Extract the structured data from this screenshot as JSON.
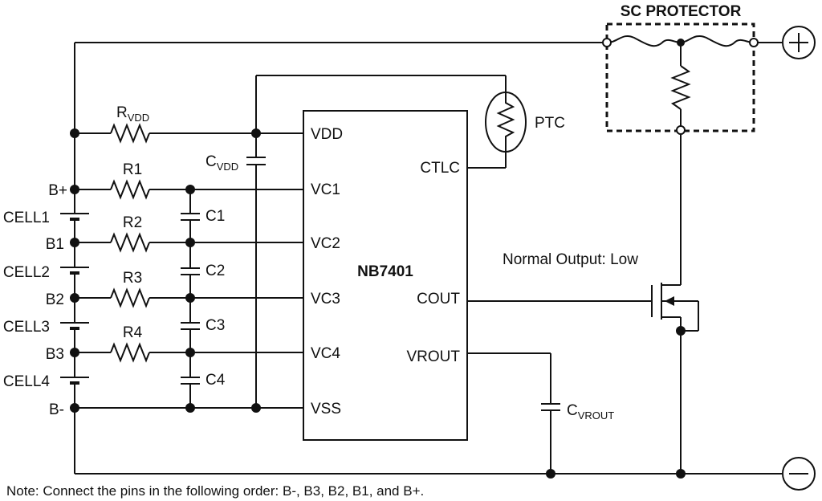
{
  "protector": {
    "title": "SC PROTECTOR"
  },
  "chip": {
    "name": "NB7401",
    "pins": {
      "vdd": "VDD",
      "vc1": "VC1",
      "vc2": "VC2",
      "vc3": "VC3",
      "vc4": "VC4",
      "vss": "VSS",
      "ctlc": "CTLC",
      "cout": "COUT",
      "vrout": "VROUT"
    }
  },
  "components": {
    "rvdd": {
      "main": "R",
      "sub": "VDD"
    },
    "cvdd": {
      "main": "C",
      "sub": "VDD"
    },
    "cvrout": {
      "main": "C",
      "sub": "VROUT"
    },
    "r1": "R1",
    "r2": "R2",
    "r3": "R3",
    "r4": "R4",
    "c1": "C1",
    "c2": "C2",
    "c3": "C3",
    "c4": "C4",
    "ptc": "PTC"
  },
  "nodes": {
    "bplus": "B+",
    "b1": "B1",
    "b2": "B2",
    "b3": "B3",
    "bminus": "B-"
  },
  "cells": [
    "CELL1",
    "CELL2",
    "CELL3",
    "CELL4"
  ],
  "annotation": "Normal Output: Low",
  "note": "Note: Connect the pins in the following order: B-, B3, B2, B1, and B+."
}
